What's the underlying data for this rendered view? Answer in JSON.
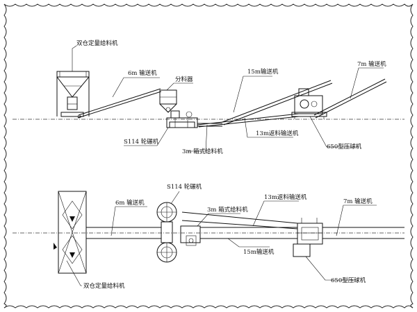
{
  "frame": {
    "style": "scalloped-border"
  },
  "elevation_view": {
    "labels": {
      "double_bin_feeder": "双仓定量给料机",
      "conveyor_6m": "6m 输送机",
      "distributor": "分料器",
      "conveyor_15m": "15m输送机",
      "conveyor_7m": "7m 输送机",
      "roller_mill": "S114 轮碾机",
      "return_conveyor_13m": "13m返料输送机",
      "box_feeder_3m": "3m 箱式给料机",
      "briquette_press": "650型压球机"
    }
  },
  "plan_view": {
    "labels": {
      "roller_mill": "S114 轮碾机",
      "return_conveyor_13m": "13m返料输送机",
      "conveyor_6m": "6m 输送机",
      "box_feeder_3m": "3m 箱式给料机",
      "conveyor_7m": "7m 输送机",
      "conveyor_15m": "15m输送机",
      "double_bin_feeder": "双仓定量给料机",
      "briquette_press": "650型压球机"
    }
  }
}
